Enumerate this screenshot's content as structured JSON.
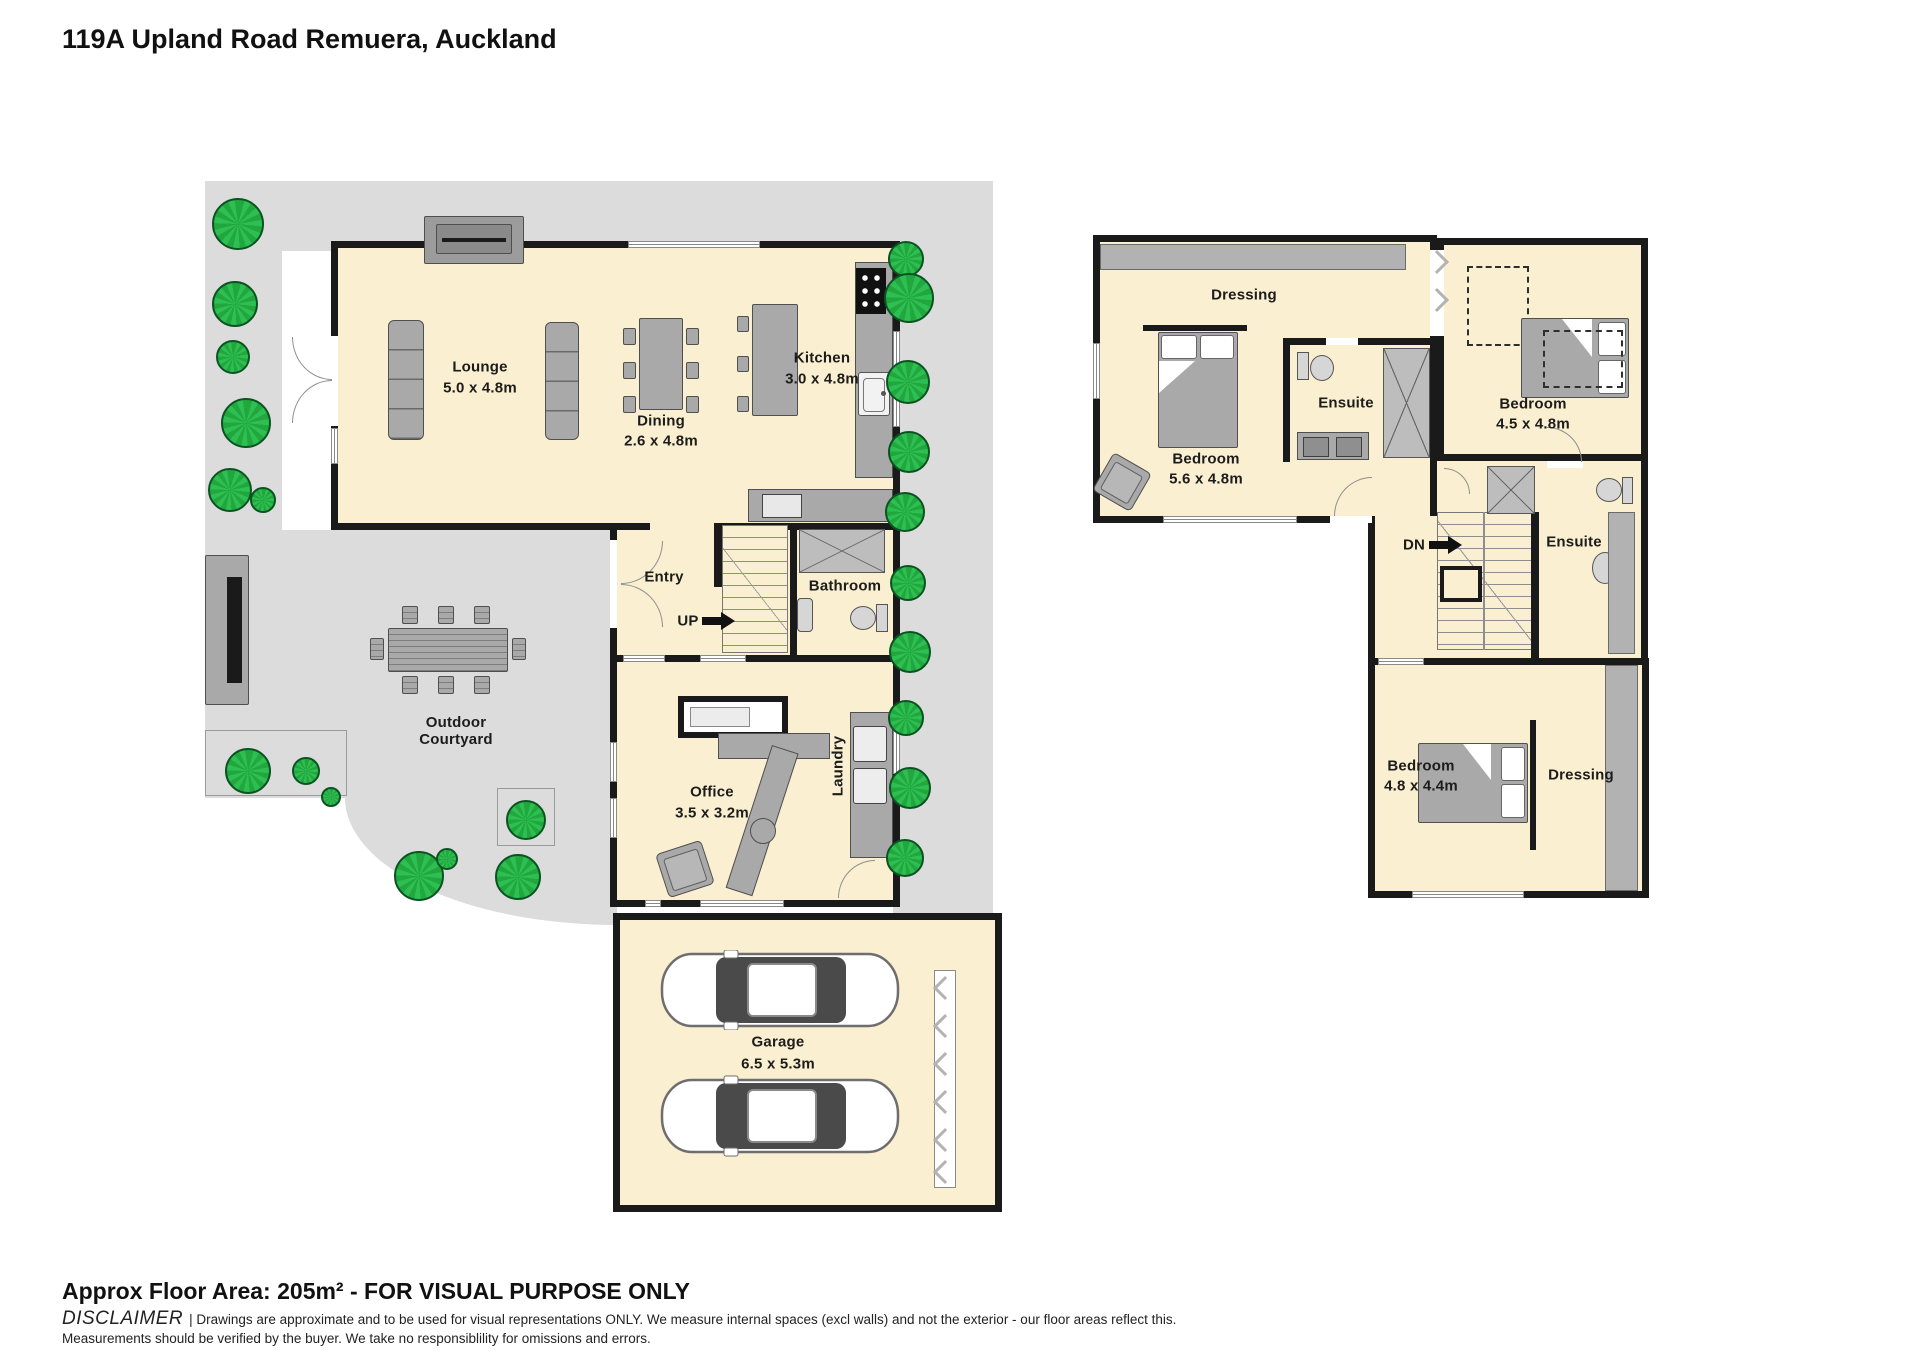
{
  "title": "119A Upland Road Remuera, Auckland",
  "ground_floor": {
    "lounge": {
      "label": "Lounge",
      "dims": "5.0 x 4.8m"
    },
    "dining": {
      "label": "Dining",
      "dims": "2.6 x 4.8m"
    },
    "kitchen": {
      "label": "Kitchen",
      "dims": "3.0 x 4.8m"
    },
    "entry": {
      "label": "Entry"
    },
    "stairs": {
      "label": "UP"
    },
    "bathroom": {
      "label": "Bathroom"
    },
    "office": {
      "label": "Office",
      "dims": "3.5 x 3.2m"
    },
    "laundry": {
      "label": "Laundry"
    },
    "garage": {
      "label": "Garage",
      "dims": "6.5 x 5.3m"
    },
    "courtyard": {
      "label": "Outdoor\nCourtyard"
    }
  },
  "upper_floor": {
    "dressing1": {
      "label": "Dressing"
    },
    "bedroom1": {
      "label": "Bedroom",
      "dims": "5.6 x 4.8m"
    },
    "ensuite1": {
      "label": "Ensuite"
    },
    "bedroom2": {
      "label": "Bedroom",
      "dims": "4.5 x 4.8m"
    },
    "stairs": {
      "label": "DN"
    },
    "ensuite2": {
      "label": "Ensuite"
    },
    "bedroom3": {
      "label": "Bedroom",
      "dims": "4.8 x 4.4m"
    },
    "dressing2": {
      "label": "Dressing"
    }
  },
  "footer": {
    "area_line": "Approx Floor Area: 205m² - FOR VISUAL PURPOSE ONLY",
    "disclaimer_label": "DISCLAIMER",
    "disclaimer_text": "| Drawings are approximate and to be used for visual representations ONLY. We measure internal spaces (excl walls) and not the exterior - our floor areas reflect this.",
    "disclaimer_line2": "Measurements should be verified by the buyer. We take no responsiblility for omissions and errors."
  },
  "colors": {
    "wall": "#1a1a1a",
    "floor": "#faefd0",
    "outdoor": "#dcdcdc",
    "furniture": "#a9a9a9",
    "tree": "#22a73e",
    "tree-dark": "#0b5322"
  }
}
